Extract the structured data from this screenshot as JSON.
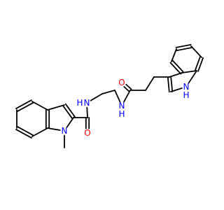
{
  "molecule": {
    "atoms": [
      {
        "id": "a0",
        "label": "",
        "element": "C"
      },
      {
        "id": "a1",
        "label": "",
        "element": "C"
      },
      {
        "id": "a2",
        "label": "",
        "element": "C"
      },
      {
        "id": "a3",
        "label": "",
        "element": "C"
      },
      {
        "id": "a4",
        "label": "",
        "element": "C"
      },
      {
        "id": "a5",
        "label": "",
        "element": "C"
      },
      {
        "id": "a6",
        "label": "",
        "element": "C"
      },
      {
        "id": "a7",
        "label": "",
        "element": "C"
      },
      {
        "id": "a8",
        "label": "N",
        "element": "N"
      },
      {
        "id": "a9",
        "label": "",
        "element": "C"
      },
      {
        "id": "a10",
        "label": "",
        "element": "C"
      },
      {
        "id": "a11",
        "label": "O",
        "element": "O"
      },
      {
        "id": "a12",
        "label": "N",
        "element": "N"
      },
      {
        "id": "a12h",
        "label": "H",
        "element": "H"
      },
      {
        "id": "a13",
        "label": "",
        "element": "C"
      },
      {
        "id": "a14",
        "label": "",
        "element": "C"
      },
      {
        "id": "a15",
        "label": "N",
        "element": "N"
      },
      {
        "id": "a15h",
        "label": "H",
        "element": "H"
      },
      {
        "id": "a16",
        "label": "",
        "element": "C"
      },
      {
        "id": "a17",
        "label": "O",
        "element": "O"
      },
      {
        "id": "a18",
        "label": "",
        "element": "C"
      },
      {
        "id": "a19",
        "label": "",
        "element": "C"
      },
      {
        "id": "a20",
        "label": "",
        "element": "C"
      },
      {
        "id": "a21",
        "label": "",
        "element": "C"
      },
      {
        "id": "a22",
        "label": "N",
        "element": "N"
      },
      {
        "id": "a22h",
        "label": "H",
        "element": "H"
      },
      {
        "id": "a23",
        "label": "",
        "element": "C"
      },
      {
        "id": "a24",
        "label": "",
        "element": "C"
      },
      {
        "id": "a25",
        "label": "",
        "element": "C"
      },
      {
        "id": "a26",
        "label": "",
        "element": "C"
      },
      {
        "id": "a27",
        "label": "",
        "element": "C"
      },
      {
        "id": "a28",
        "label": "",
        "element": "C"
      }
    ],
    "colors": {
      "bond": "#000000",
      "nitrogen": "#0000ff",
      "oxygen": "#ff0000",
      "carbon": "#000000",
      "background": "#ffffff"
    }
  }
}
